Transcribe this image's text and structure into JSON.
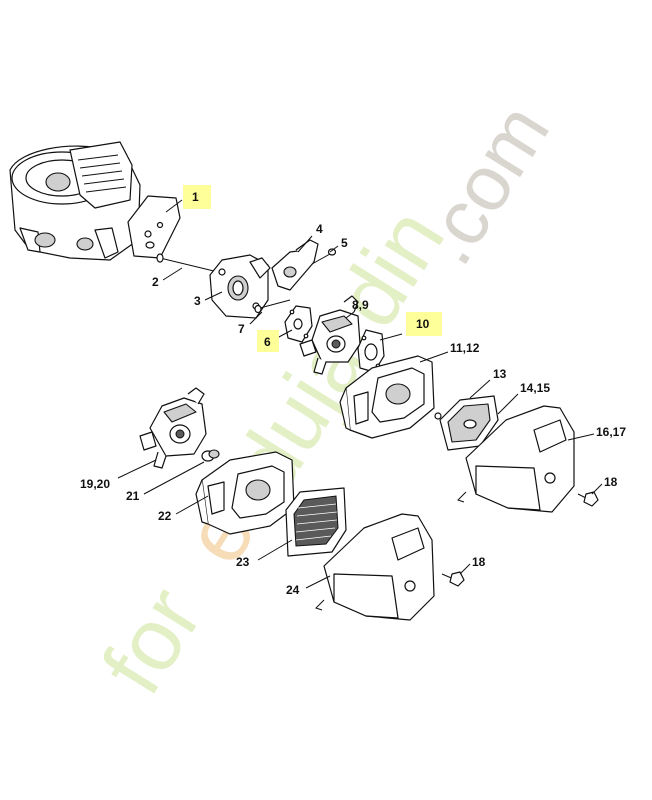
{
  "watermark": {
    "site_prefix": "for",
    "site_letter": "e",
    "site_middle": "tdujardin",
    "site_suffix": ".com",
    "colors": {
      "grey": "#d9d5cf",
      "green": "#e3efc4",
      "orange": "#f7dcb8"
    }
  },
  "highlight_color": "#ffff99",
  "labels": {
    "p1": "1",
    "p2": "2",
    "p3": "3",
    "p4": "4",
    "p5": "5",
    "p6": "6",
    "p7": "7",
    "p8_9": "8,9",
    "p10": "10",
    "p11_12": "11,12",
    "p13": "13",
    "p14_15": "14,15",
    "p16_17": "16,17",
    "p18a": "18",
    "p18b": "18",
    "p19_20": "19,20",
    "p21": "21",
    "p22": "22",
    "p23": "23",
    "p24": "24"
  },
  "highlighted_parts": [
    "1",
    "6",
    "10"
  ]
}
